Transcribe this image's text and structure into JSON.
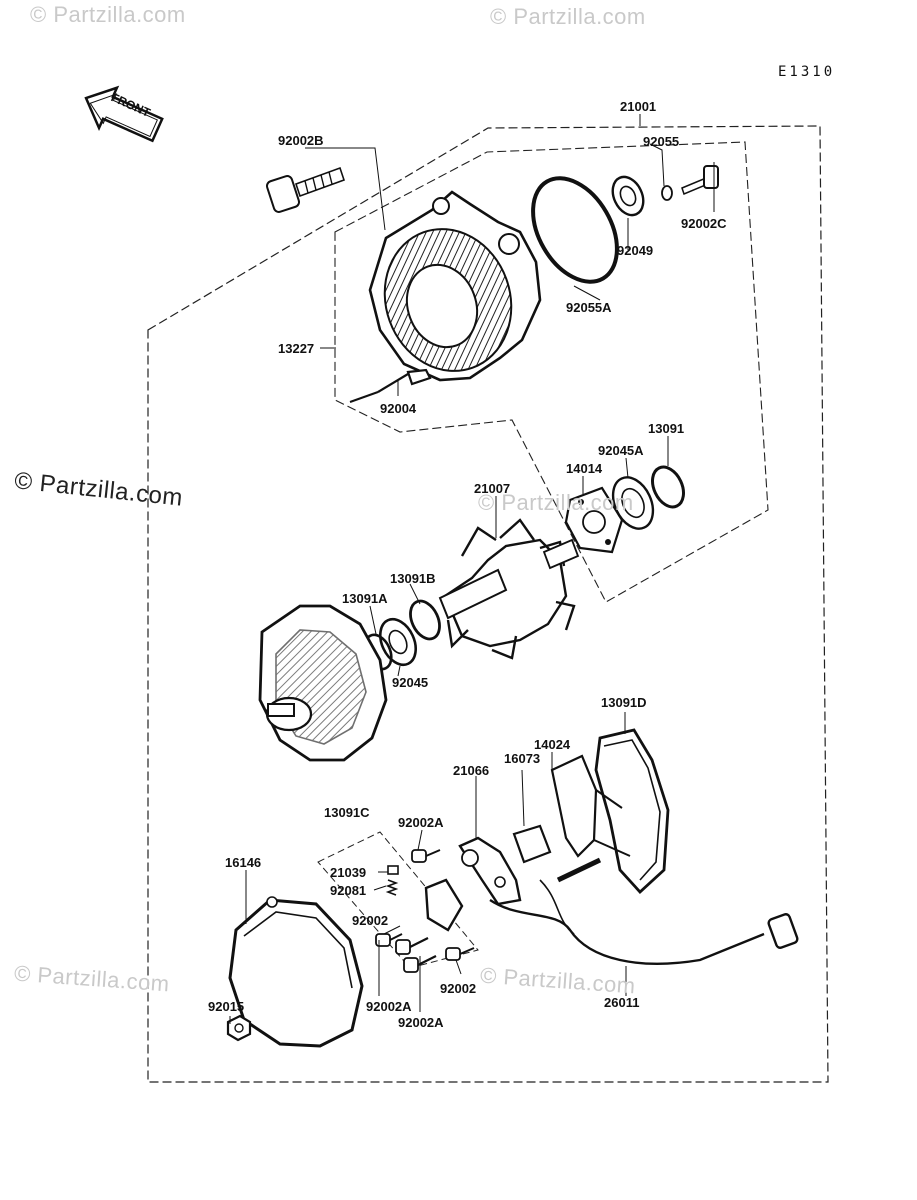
{
  "watermarks": {
    "top_left": "© Partzilla.com",
    "top_right": "© Partzilla.com",
    "mid_left": "© Partzilla.com",
    "mid_center": "© Partzilla.com",
    "bottom_left": "© Partzilla.com",
    "bottom_right": "© Partzilla.com"
  },
  "figure_code": "E1310",
  "front_label": "FRONT",
  "labels": {
    "p21001": "21001",
    "p92002B": "92002B",
    "p92055": "92055",
    "p92002C": "92002C",
    "p92049": "92049",
    "p92055A": "92055A",
    "p13227": "13227",
    "p92004": "92004",
    "p13091": "13091",
    "p92045A": "92045A",
    "p14014": "14014",
    "p21007": "21007",
    "p13091B": "13091B",
    "p13091A": "13091A",
    "p92045": "92045",
    "p13091D": "13091D",
    "p14024": "14024",
    "p16073": "16073",
    "p21066": "21066",
    "p13091C": "13091C",
    "p92002A_top": "92002A",
    "p21039": "21039",
    "p92081": "92081",
    "p16146": "16146",
    "p92002_left": "92002",
    "p92002_right": "92002",
    "p92002A_mid": "92002A",
    "p92002A_bot": "92002A",
    "p26011": "26011",
    "p92015": "92015"
  }
}
